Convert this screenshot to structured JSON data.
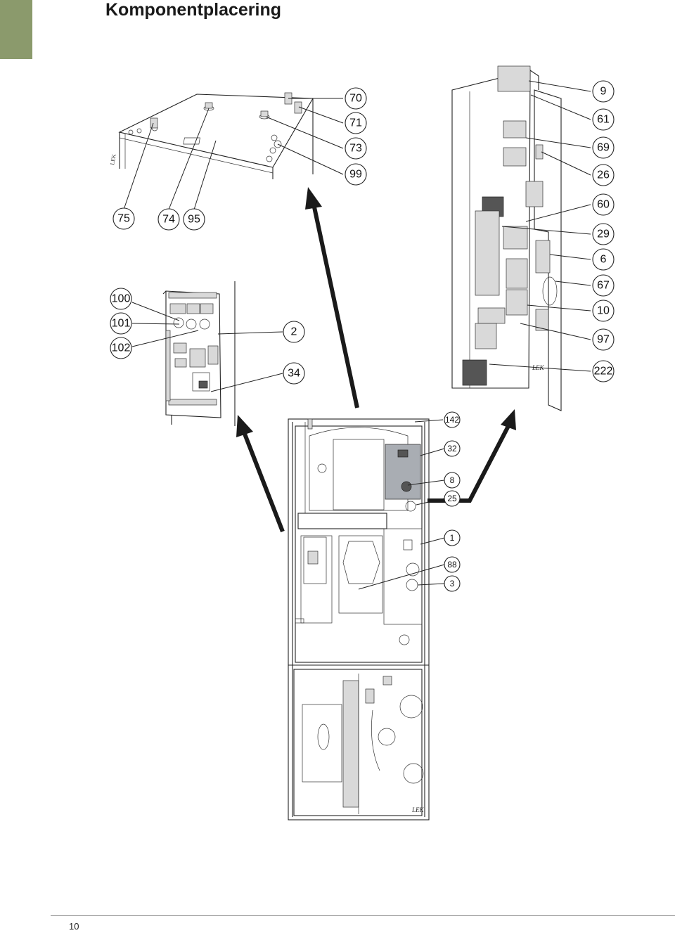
{
  "page": {
    "title": "Komponentplacering",
    "page_number": "10",
    "accent_color": "#8b9a6c"
  },
  "labels": {
    "top_cover": [
      "70",
      "71",
      "73",
      "99",
      "75",
      "74",
      "95"
    ],
    "circuit_board": [
      "100",
      "101",
      "102",
      "2",
      "34"
    ],
    "electrical_cabinet": [
      "9",
      "61",
      "69",
      "26",
      "60",
      "29",
      "6",
      "67",
      "10",
      "97",
      "222"
    ],
    "main_unit": [
      "142",
      "32",
      "8",
      "25",
      "1",
      "88",
      "3"
    ]
  },
  "brand_marks": [
    "LEK",
    "LEK",
    "LEK"
  ]
}
